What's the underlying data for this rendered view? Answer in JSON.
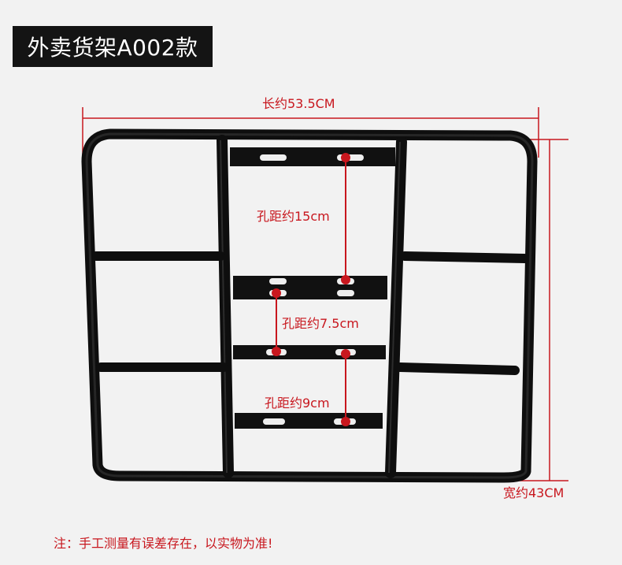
{
  "title": "外卖货架A002款",
  "dimensions": {
    "length_label": "长约53.5CM",
    "width_label": "宽约43CM"
  },
  "hole_spacing": [
    {
      "label": "孔距约15cm"
    },
    {
      "label": "孔距约7.5cm"
    },
    {
      "label": "孔距约9cm"
    }
  ],
  "note": "注：手工测量有误差存在，以实物为准!",
  "colors": {
    "accent": "#c8171e",
    "frame": "#1c1c1c",
    "background": "#f2f2f2"
  }
}
